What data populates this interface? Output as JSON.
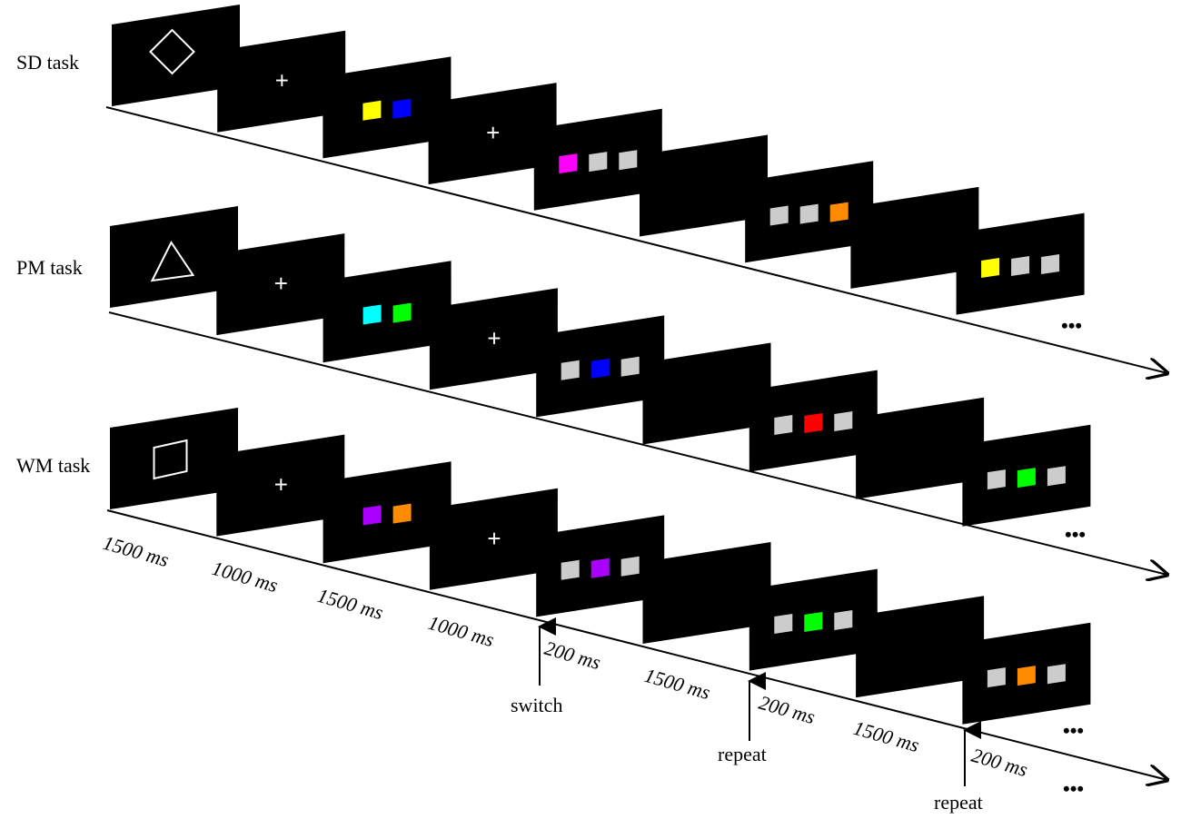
{
  "colors": {
    "yellow": "#ffff00",
    "blue": "#0000ff",
    "magenta": "#ff00ff",
    "gray": "#cccccc",
    "orange": "#ff8c00",
    "cyan": "#00ffff",
    "green": "#00ff00",
    "red": "#ff0000",
    "purple": "#aa00ff"
  },
  "tasks": [
    {
      "label": "SD task",
      "cue_shape": "diamond-icon",
      "frames": [
        {
          "content": "cue",
          "shape": "diamond-icon"
        },
        {
          "content": "fixation"
        },
        {
          "content": "squares",
          "colors": [
            "yellow",
            "blue"
          ]
        },
        {
          "content": "fixation"
        },
        {
          "content": "squares",
          "colors": [
            "magenta",
            "gray",
            "gray"
          ]
        },
        {
          "content": "blank"
        },
        {
          "content": "squares",
          "colors": [
            "gray",
            "gray",
            "orange"
          ]
        },
        {
          "content": "blank"
        },
        {
          "content": "squares",
          "colors": [
            "yellow",
            "gray",
            "gray"
          ]
        }
      ]
    },
    {
      "label": "PM task",
      "cue_shape": "triangle-icon",
      "frames": [
        {
          "content": "cue",
          "shape": "triangle-icon"
        },
        {
          "content": "fixation"
        },
        {
          "content": "squares",
          "colors": [
            "cyan",
            "green"
          ]
        },
        {
          "content": "fixation"
        },
        {
          "content": "squares",
          "colors": [
            "gray",
            "blue",
            "gray"
          ]
        },
        {
          "content": "blank"
        },
        {
          "content": "squares",
          "colors": [
            "gray",
            "red",
            "gray"
          ]
        },
        {
          "content": "blank"
        },
        {
          "content": "squares",
          "colors": [
            "gray",
            "green",
            "gray"
          ]
        }
      ]
    },
    {
      "label": "WM task",
      "cue_shape": "square-icon",
      "frames": [
        {
          "content": "cue",
          "shape": "square-icon"
        },
        {
          "content": "fixation"
        },
        {
          "content": "squares",
          "colors": [
            "purple",
            "orange"
          ]
        },
        {
          "content": "fixation"
        },
        {
          "content": "squares",
          "colors": [
            "gray",
            "purple",
            "gray"
          ]
        },
        {
          "content": "blank"
        },
        {
          "content": "squares",
          "colors": [
            "gray",
            "green",
            "gray"
          ]
        },
        {
          "content": "blank"
        },
        {
          "content": "squares",
          "colors": [
            "gray",
            "orange",
            "gray"
          ]
        }
      ]
    }
  ],
  "durations": [
    "1500 ms",
    "1000 ms",
    "1500 ms",
    "1000 ms",
    "200 ms",
    "1500 ms",
    "200 ms",
    "1500 ms",
    "200 ms"
  ],
  "events": [
    "switch",
    "repeat",
    "repeat"
  ],
  "ellipsis": "•••"
}
